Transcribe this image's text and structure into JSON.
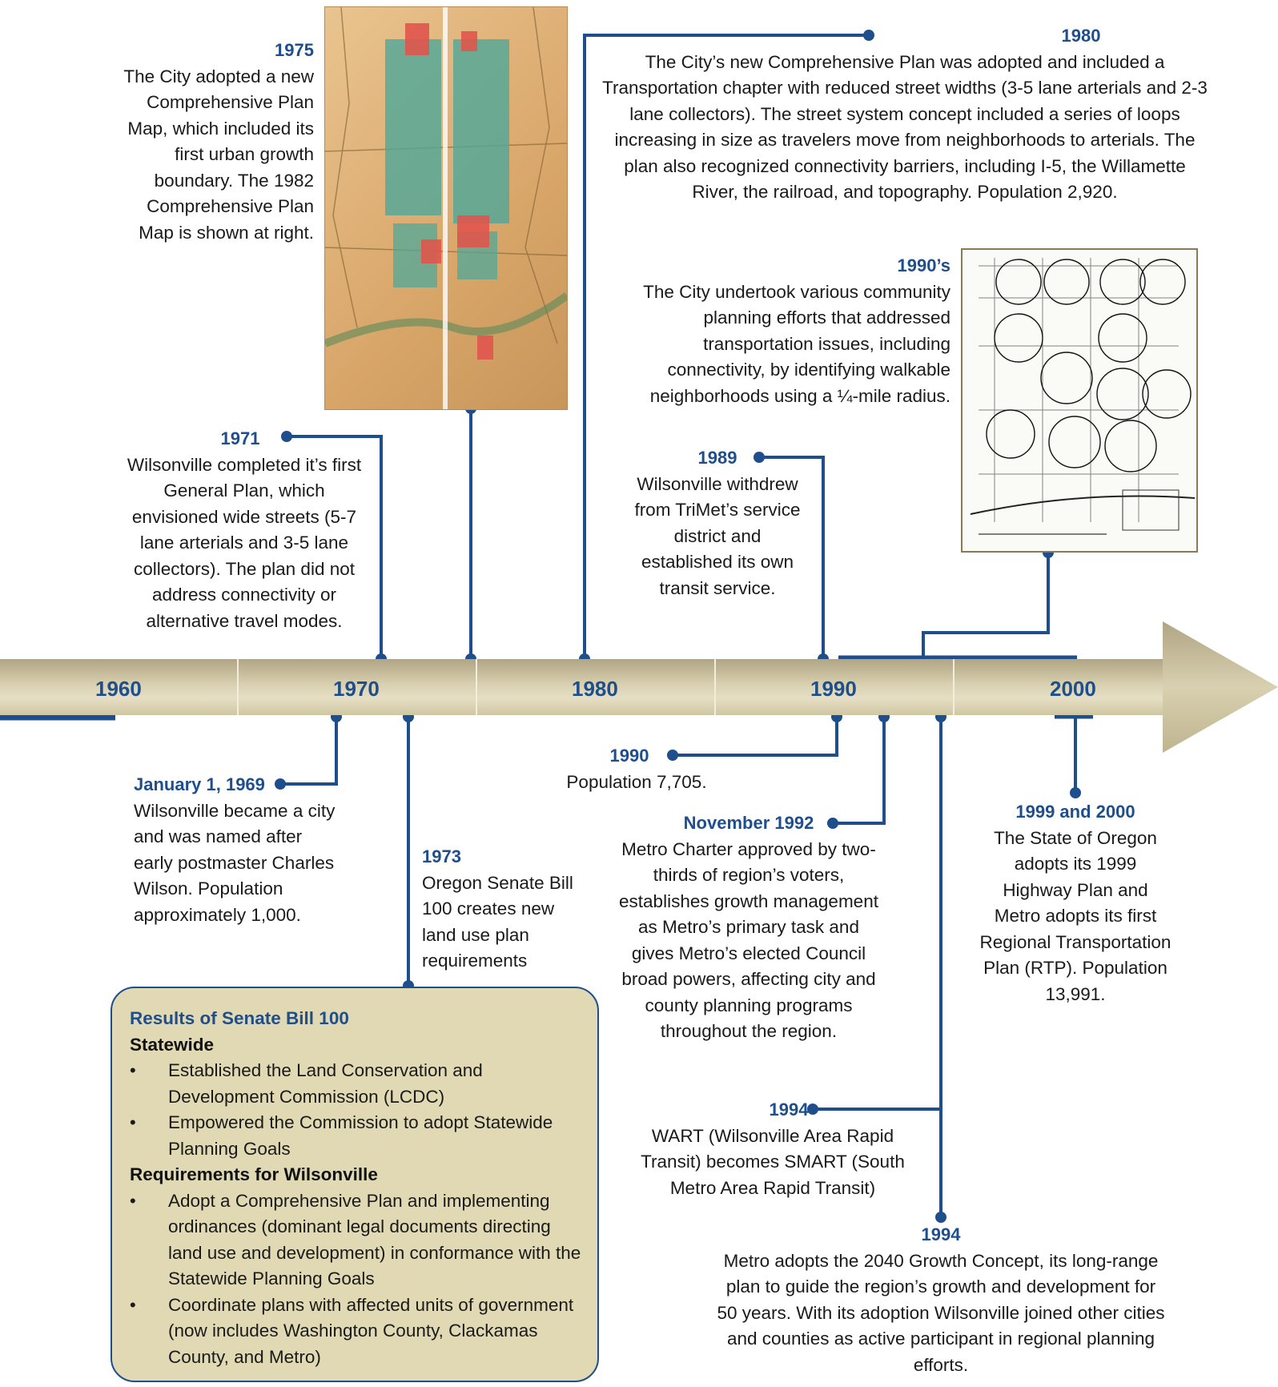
{
  "axis": {
    "ticks": [
      "1960",
      "1970",
      "1980",
      "1990",
      "2000"
    ]
  },
  "events": {
    "e1975": {
      "year": "1975",
      "text": "The City adopted a new Comprehensive Plan Map, which included its first urban growth boundary. The 1982 Comprehensive Plan Map is shown at right."
    },
    "e1980": {
      "year": "1980",
      "text": "The City’s new Comprehensive Plan was adopted and included a Transportation chapter with reduced street widths (3-5 lane arterials and 2-3 lane collectors). The street system concept included a series of loops increasing in size as travelers move from neighborhoods to arterials. The plan also recognized connectivity barriers, including I-5, the Willamette River, the railroad, and topography. Population 2,920."
    },
    "e1990s": {
      "year": "1990’s",
      "text": "The City undertook various community planning efforts that addressed transportation issues, including connectivity, by identifying walkable neighborhoods using a ¼-mile radius."
    },
    "e1971": {
      "year": "1971",
      "text": "Wilsonville completed it’s first General Plan, which envisioned wide streets (5-7 lane arterials and 3-5 lane collectors). The plan did not address connectivity or alternative travel modes."
    },
    "e1989": {
      "year": "1989",
      "text": "Wilsonville withdrew from TriMet’s service district and established its own transit service."
    },
    "e1969": {
      "year": "January 1, 1969",
      "text": "Wilsonville became a city and was named after early postmaster Charles Wilson. Population approximately 1,000."
    },
    "e1973": {
      "year": "1973",
      "text": "Oregon Senate Bill 100 creates new land use plan requirements"
    },
    "e1990": {
      "year": "1990",
      "text": "Population 7,705."
    },
    "e1992": {
      "year": "November 1992",
      "text": "Metro Charter approved by two-thirds of region’s voters, establishes growth management as Metro’s primary task and gives Metro’s elected Council broad powers, affecting city and county planning programs throughout the region."
    },
    "e1994a": {
      "year": "1994",
      "text": "WART (Wilsonville Area Rapid Transit) becomes SMART (South Metro Area Rapid Transit)"
    },
    "e1994b": {
      "year": "1994",
      "text": "Metro adopts the 2040 Growth Concept, its long-range plan to guide the region’s growth and development for 50 years. With its adoption Wilsonville joined other cities and counties as active participant in regional planning efforts."
    },
    "e1999": {
      "year": "1999 and 2000",
      "text": "The State of Oregon adopts its 1999 Highway Plan and Metro adopts its first Regional Transportation Plan (RTP). Population 13,991."
    }
  },
  "sb100_box": {
    "title": "Results of Senate Bill 100",
    "statewide_heading": "Statewide",
    "statewide_items": [
      "Established the Land Conservation and Development Commission (LCDC)",
      "Empowered the Commission to adopt Statewide Planning Goals"
    ],
    "wilsonville_heading": "Requirements for Wilsonville",
    "wilsonville_items": [
      "Adopt a Comprehensive Plan and implementing ordinances (dominant legal documents directing land use and development) in conformance with the Statewide Planning Goals",
      "Coordinate plans with affected units of government (now includes Washington County, Clackamas County, and Metro)"
    ]
  },
  "colors": {
    "accent": "#1f4e8c",
    "band": "#d8d0b0",
    "box": "#e0d9b3"
  }
}
